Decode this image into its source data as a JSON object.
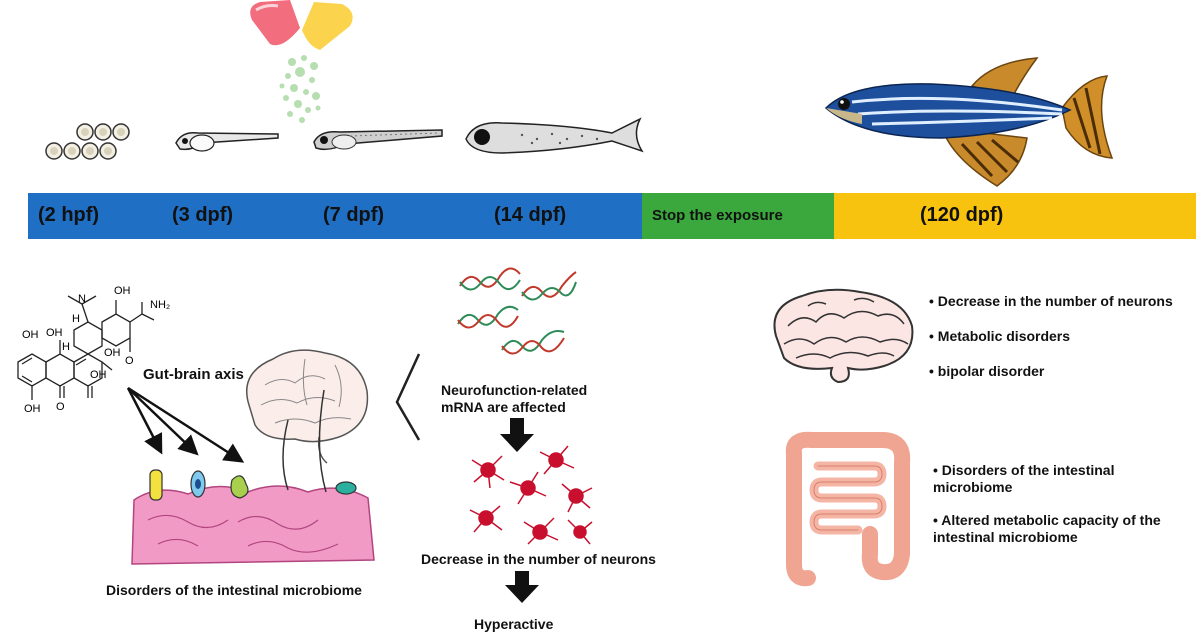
{
  "timeline": {
    "segments": [
      {
        "label": "(2 hpf)",
        "color": "#1f6fc5"
      },
      {
        "label": "(3 dpf)",
        "color": "#1f6fc5"
      },
      {
        "label": "(7 dpf)",
        "color": "#1f6fc5"
      },
      {
        "label": "(14 dpf)",
        "color": "#1f6fc5"
      },
      {
        "label": "Stop the exposure",
        "color": "#3aa83c"
      },
      {
        "label": "(120 dpf)",
        "color": "#f8c30e"
      }
    ]
  },
  "left_panel": {
    "gut_brain_label": "Gut-brain axis",
    "microbiome_caption": "Disorders of the intestinal microbiome",
    "molecule_labels": {
      "oh1": "OH",
      "oh2": "OH",
      "oh3": "OH",
      "oh4": "OH",
      "oh5": "OH",
      "oh6": "OH",
      "h1": "H",
      "h2": "H",
      "n": "N",
      "nh2": "NH₂",
      "o1": "O",
      "o2": "O"
    }
  },
  "middle_panel": {
    "mrna_label_line1": "Neurofunction-related",
    "mrna_label_line2": "mRNA are affected",
    "neurons_label": "Decrease in the number of neurons",
    "hyperactive_label": "Hyperactive"
  },
  "right_panel": {
    "brain_effects": [
      "• Decrease in the number of neurons",
      "• Metabolic disorders",
      "• bipolar disorder"
    ],
    "gut_effects": [
      "• Disorders of the intestinal microbiome",
      "• Altered metabolic capacity of the intestinal microbiome"
    ]
  },
  "colors": {
    "blue": "#1f6fc5",
    "green": "#3aa83c",
    "yellow": "#f8c30e",
    "neuron": "#c8102e",
    "gut": "#f29ac6",
    "intestine": "#f0a592"
  }
}
